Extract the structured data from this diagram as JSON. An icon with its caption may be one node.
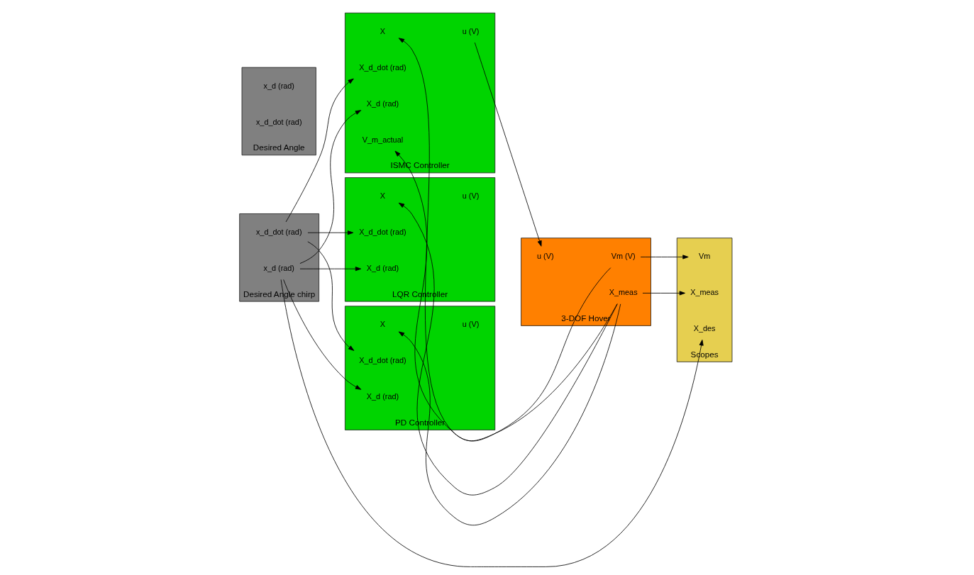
{
  "diagram": {
    "nodes": [
      {
        "text": [],
        "shape": "box",
        "beside": [
          "Desired Angle chirp"
        ]
      },
      {
        "text": [
          "x_d (rad)"
        ],
        "in": 0
      },
      {
        "text": [
          "x_d_dot (rad)"
        ],
        "in": 0
      },
      {
        "text": [],
        "shape": "box",
        "beside": [
          "Desired Angle"
        ]
      },
      {
        "text": [
          "x_d (rad)"
        ],
        "in": 3
      },
      {
        "text": [
          "x_d_dot (rad)"
        ],
        "in": 3
      },
      {
        "text": [],
        "shape": "box",
        "beside": [
          "ISMC Controller"
        ]
      },
      {
        "text": [
          "X"
        ],
        "in": 6
      },
      {
        "text": [
          "X_d (rad)"
        ],
        "in": 6
      },
      {
        "text": [
          "X_d_dot (rad)"
        ],
        "in": 6
      },
      {
        "text": [
          "V_m_actual"
        ],
        "in": 6
      },
      {
        "text": [
          "u (V)"
        ],
        "in": 6
      },
      {
        "text": [],
        "shape": "box",
        "beside": [
          "LQR Controller"
        ]
      },
      {
        "text": [
          "X"
        ],
        "in": 12
      },
      {
        "text": [
          "X_d (rad)"
        ],
        "in": 12
      },
      {
        "text": [
          "X_d_dot (rad)"
        ],
        "in": 12
      },
      {
        "text": [
          "u (V)"
        ],
        "in": 12
      },
      {
        "text": [],
        "shape": "box",
        "beside": [
          "PD Controller"
        ]
      },
      {
        "text": [
          "X"
        ],
        "in": 17
      },
      {
        "text": [
          "X_d (rad)"
        ],
        "in": 17
      },
      {
        "text": [
          "X_d_dot (rad)"
        ],
        "in": 17
      },
      {
        "text": [
          "u (V)"
        ],
        "in": 17
      },
      {
        "text": [],
        "shape": "box",
        "beside": [
          "3-DOF Hover"
        ]
      },
      {
        "text": [
          "u (V)"
        ],
        "in": 22
      },
      {
        "text": [
          "X_meas"
        ],
        "in": 22
      },
      {
        "text": [
          "Vm (V)"
        ],
        "in": 22
      },
      {
        "text": [],
        "shape": "box",
        "beside": [
          "Scopes"
        ]
      },
      {
        "text": [
          "X_meas"
        ],
        "in": 26
      },
      {
        "text": [
          "Vm"
        ],
        "in": 26
      },
      {
        "text": [
          "X_des"
        ],
        "in": 26
      }
    ],
    "edges": [
      {
        "from": 1,
        "to": 8,
        "arrow": "to"
      },
      {
        "from": 1,
        "to": 14,
        "arrow": "to"
      },
      {
        "from": 1,
        "to": 19,
        "arrow": "to"
      },
      {
        "from": 1,
        "to": 29,
        "arrow": "to"
      },
      {
        "from": 2,
        "to": 9,
        "arrow": "to"
      },
      {
        "from": 2,
        "to": 15,
        "arrow": "to"
      },
      {
        "from": 2,
        "to": 20,
        "arrow": "to"
      },
      {
        "from": 24,
        "to": 27,
        "arrow": "to"
      },
      {
        "from": 24,
        "to": 7,
        "arrow": "to"
      },
      {
        "from": 24,
        "to": 13,
        "arrow": "to"
      },
      {
        "from": 24,
        "to": 18,
        "arrow": "to"
      },
      {
        "from": 25,
        "to": 28,
        "arrow": "to"
      },
      {
        "from": 25,
        "to": 10,
        "arrow": "to"
      },
      {
        "from": 11,
        "to": 23,
        "arrow": "to"
      }
    ]
  }
}
